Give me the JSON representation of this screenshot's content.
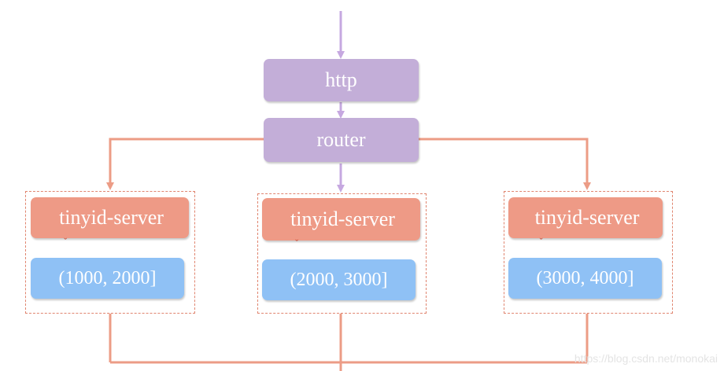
{
  "nodes": {
    "http": "http",
    "router": "router",
    "servers": [
      {
        "name": "tinyid-server",
        "range": "(1000, 2000]"
      },
      {
        "name": "tinyid-server",
        "range": "(2000, 3000]"
      },
      {
        "name": "tinyid-server",
        "range": "(3000, 4000]"
      }
    ]
  },
  "watermark": "https://blog.csdn.net/monokai",
  "colors": {
    "purple_box": "#c3aed8",
    "purple_arrow": "#c6a8e0",
    "salmon_box": "#ee9a86",
    "salmon_line": "#ec9c86",
    "blue_box": "#8fc1f5",
    "group_border": "#e0856f"
  }
}
